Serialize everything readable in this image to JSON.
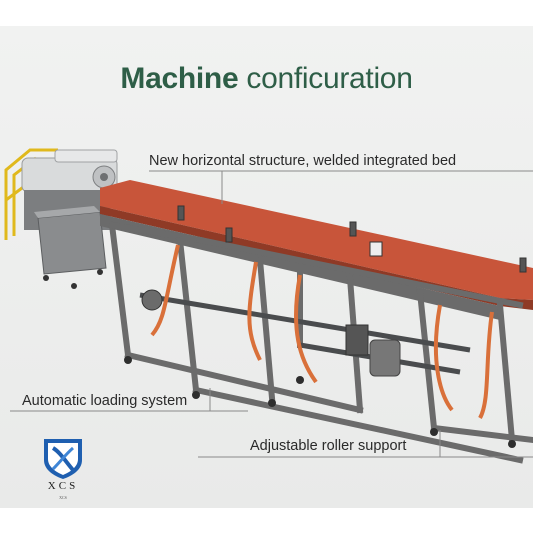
{
  "title": {
    "bold": "Machine",
    "light": " conficuration"
  },
  "callouts": {
    "top": "New horizontal structure, welded integrated bed",
    "left": "Automatic loading system",
    "right": "Adjustable roller support"
  },
  "logo": {
    "text": "XCS",
    "sub": "XCS"
  },
  "colors": {
    "title": "#2e5e47",
    "frame": "#6b6b6b",
    "conveyor": "#c8553a",
    "accent_orange": "#d9703a",
    "rail_yellow": "#e0b91c",
    "logo_blue": "#1f5fb0"
  }
}
